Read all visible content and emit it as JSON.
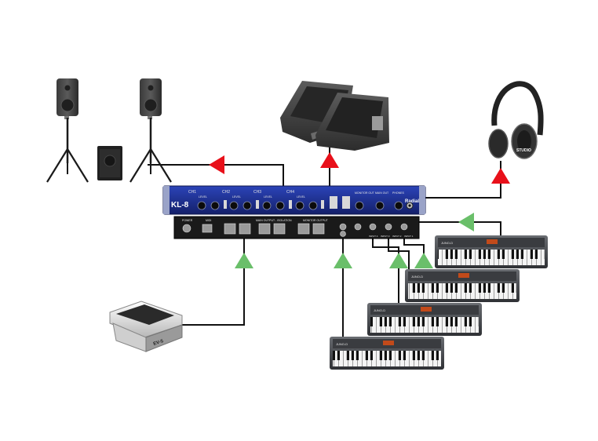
{
  "mixer": {
    "model_label": "KL-8",
    "brand_label": "Radial",
    "channel_labels": [
      "CH1",
      "CH2",
      "CH3",
      "CH4"
    ],
    "front_labels": [
      "LEVEL",
      "LEVEL",
      "LEVEL",
      "LEVEL",
      "MONITOR OUT",
      "MAIN OUT",
      "PHONES"
    ],
    "rear_labels": [
      "POWER",
      "MIDI",
      "MAIN OUTPUT - ISOLATION",
      "MONITOR OUTPUT",
      "INPUT 4",
      "INPUT 3",
      "INPUT 2",
      "INPUT 1"
    ]
  },
  "keyboards": {
    "model_label": "JUNO-D",
    "count": 4
  },
  "pedal": {
    "label": "EV-5"
  },
  "headphones": {
    "label": "STUDIO"
  },
  "colors": {
    "output_arrow": "#e8101a",
    "input_arrow": "#6abf6a",
    "cable": "#111111",
    "rack_blue": "#1d2f8a",
    "rack_black": "#1a1a1a"
  },
  "icons": {
    "arrow_out": "red-up-arrow-icon",
    "arrow_in": "green-up-arrow-icon",
    "speaker": "pa-speaker-icon",
    "subwoofer": "subwoofer-icon",
    "wedge": "stage-monitor-icon",
    "headphones": "headphones-icon",
    "keyboard": "synth-keyboard-icon",
    "pedal": "expression-pedal-icon"
  }
}
